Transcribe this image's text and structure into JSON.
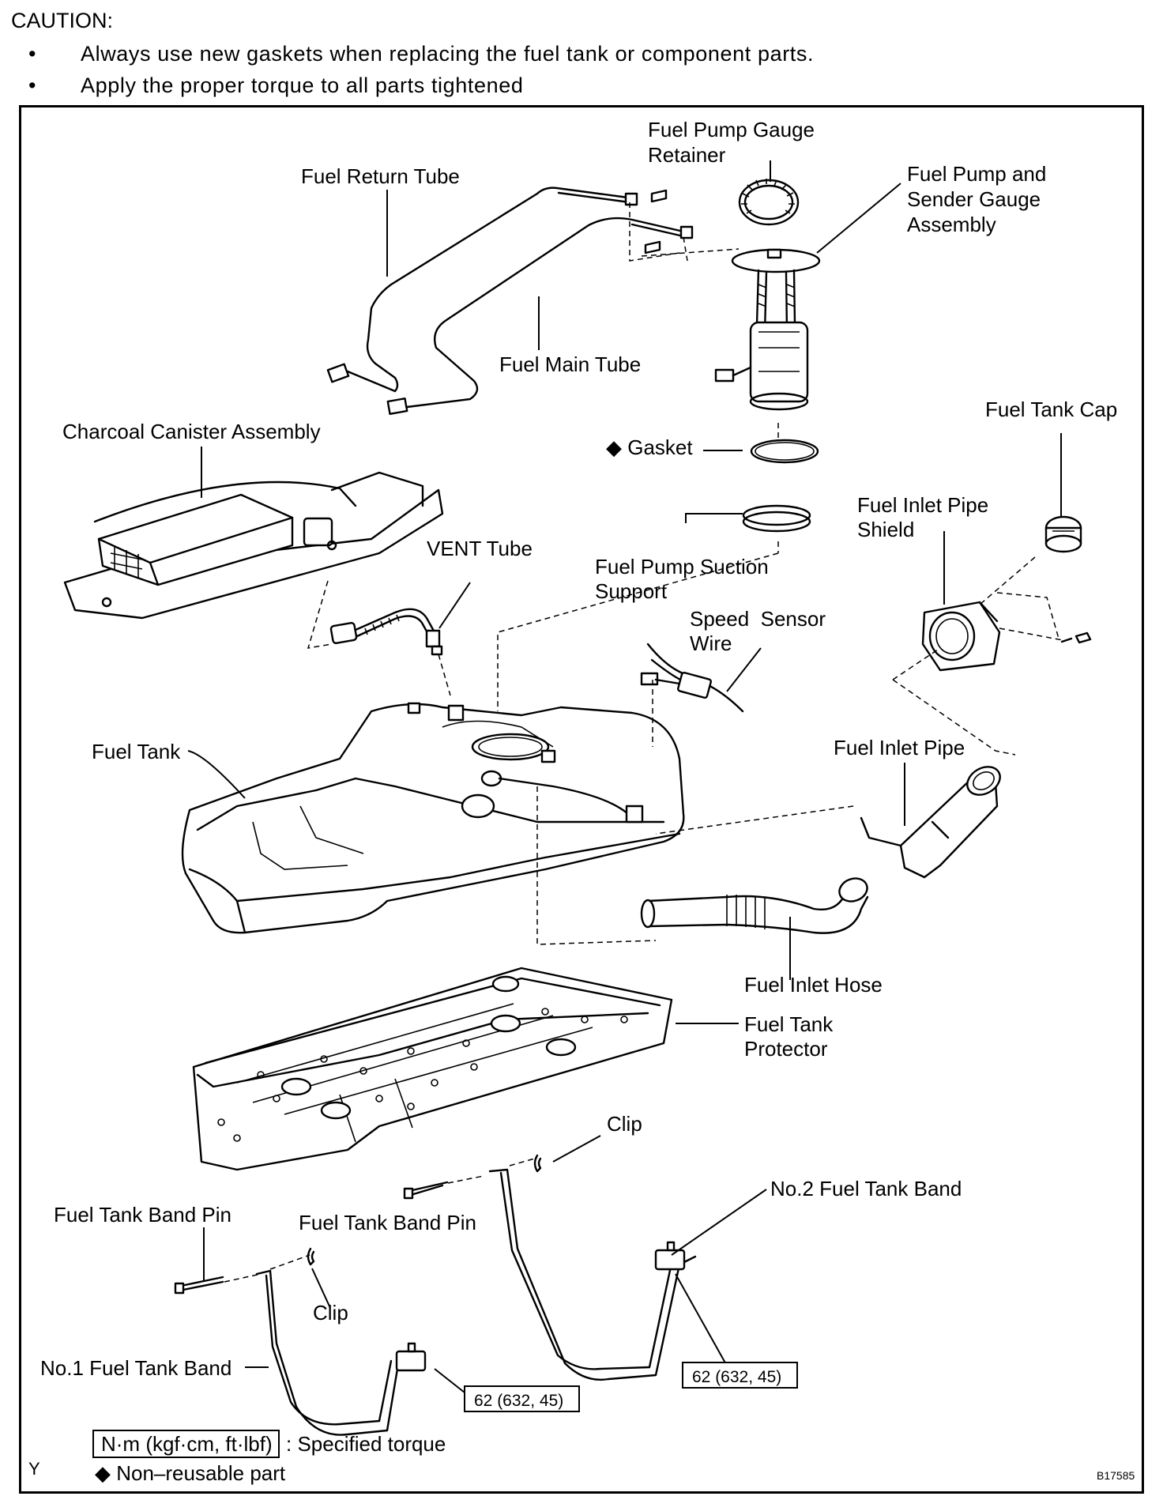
{
  "caution": {
    "title": "CAUTION:",
    "bullets": [
      "Always use new gaskets when replacing the fuel tank or component parts.",
      "Apply the proper torque to all parts tightened"
    ],
    "bullet_symbol": "•"
  },
  "labels": {
    "fuel_pump_gauge_retainer": [
      "Fuel Pump Gauge",
      "Retainer"
    ],
    "fuel_return_tube": "Fuel Return Tube",
    "fuel_pump_sender": [
      "Fuel Pump and",
      "Sender Gauge",
      "Assembly"
    ],
    "fuel_main_tube": "Fuel Main Tube",
    "fuel_tank_cap": "Fuel Tank Cap",
    "charcoal_canister": "Charcoal Canister Assembly",
    "gasket": "◆ Gasket",
    "fuel_inlet_pipe_shield": [
      "Fuel Inlet Pipe",
      "Shield"
    ],
    "vent_tube": "VENT Tube",
    "fuel_pump_suction_support": [
      "Fuel Pump Suction",
      "Support"
    ],
    "speed_sensor_wire": [
      "Speed  Sensor",
      "Wire"
    ],
    "fuel_tank": "Fuel Tank",
    "fuel_inlet_pipe": "Fuel Inlet Pipe",
    "fuel_inlet_hose": "Fuel Inlet Hose",
    "fuel_tank_protector": [
      "Fuel Tank",
      "Protector"
    ],
    "clip_upper": "Clip",
    "no2_fuel_tank_band": "No.2 Fuel Tank Band",
    "fuel_tank_band_pin_left": "Fuel Tank Band Pin",
    "fuel_tank_band_pin_center": "Fuel Tank Band Pin",
    "clip_lower": "Clip",
    "no1_fuel_tank_band": "No.1 Fuel Tank Band"
  },
  "torque": {
    "band1": "62 (632, 45)",
    "band2": "62 (632, 45)"
  },
  "legend": {
    "torque_unit_box": "N·m (kgf·cm, ft·lbf)",
    "torque_unit_text": ": Specified torque",
    "non_reusable": "◆ Non–reusable part"
  },
  "footer": {
    "left_mark": "Y",
    "figure_code": "B17585"
  }
}
